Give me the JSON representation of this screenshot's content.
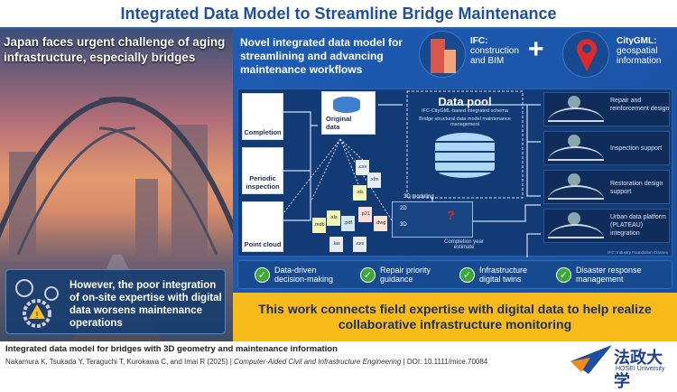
{
  "title": "Integrated Data Model to Streamline Bridge Maintenance",
  "left": {
    "heading": "Japan faces urgent challenge of aging infrastructure, especially bridges",
    "box": "However, the poor integration of on-site expertise with digital data worsens maintenance operations"
  },
  "right": {
    "heading": "Novel integrated data model for streamlining and advancing maintenance workflows",
    "ifc_title": "IFC:",
    "ifc_desc": "construction and BIM",
    "plus": "+",
    "citygml_title": "CityGML:",
    "citygml_desc": "geospatial information"
  },
  "diagram": {
    "inputs": [
      "Completion",
      "Periodic inspection",
      "Point cloud"
    ],
    "original": "Original data",
    "files": [
      ".csv",
      ".xlm",
      ".xls",
      ".xls",
      ".pdf",
      ".p21",
      ".dwg",
      ".mdb",
      ".las",
      ".csv"
    ],
    "pool_title": "Data pool",
    "pool_sub1": "IFC-CityGML-based integrated schema",
    "pool_sub2": "Bridge structural data model maintenance management",
    "modeling": "3D modeling",
    "d2": "2D",
    "d3": "3D",
    "estimate": "Completion year estimate",
    "outputs": [
      "Repair and reinforcement design",
      "Inspection support",
      "Restoration design support",
      "Urban data platform (PLATEAU) integration"
    ],
    "credit": "IFC: Industry Foundation Classes"
  },
  "checks": [
    "Data-driven decision-making",
    "Repair priority guidance",
    "Infrastructure digital twins",
    "Disaster response management"
  ],
  "conclusion": "This work connects field expertise with digital data to help realize collaborative infrastructure monitoring",
  "footer": {
    "title": "Integrated data model for bridges with 3D geometry and maintenance information",
    "authors": "Nakamura K, Tsukada Y, Teraguchi T, Kurokawa C, and Imai R (2025)",
    "sep1": " | ",
    "journal": "Computer-Aided Civil and Infrastructure Engineering",
    "sep2": " | ",
    "doi": "DOI: 10.1111/mice.70084"
  },
  "logo": {
    "kanji": "法政大学",
    "name": "HOSEI University"
  }
}
